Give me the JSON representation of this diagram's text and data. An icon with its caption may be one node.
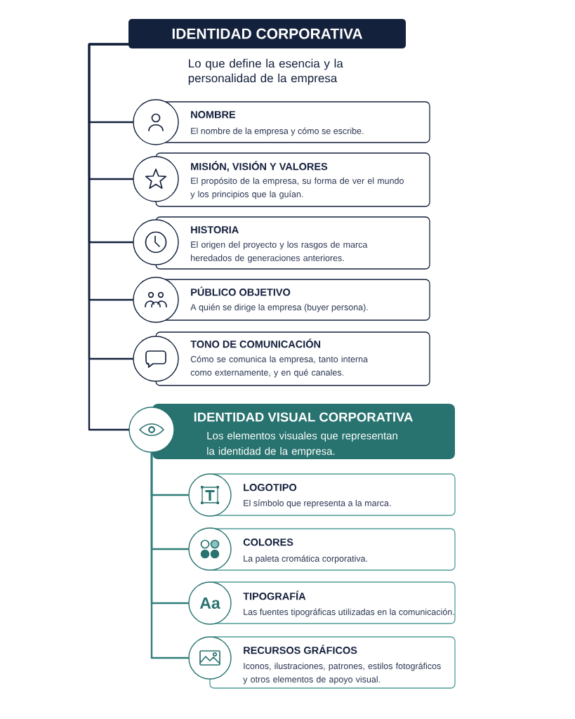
{
  "diagram": {
    "nodes": [
      {
        "text": [
          "IDENTIDAD CORPORATIVA"
        ],
        "beside": [
          "Lo que define la esencia y la personalidad de la empresa"
        ]
      },
      {
        "text": [
          "NOMBRE",
          "El nombre de la empresa y cómo se escribe."
        ]
      },
      {
        "text": [
          "MISIÓN, VISIÓN Y VALORES",
          "El propósito de la empresa, su forma de ver el mundo y los principios que la guían."
        ]
      },
      {
        "text": [
          "HISTORIA",
          "El origen del proyecto y los rasgos de marca heredados de generaciones anteriores."
        ]
      },
      {
        "text": [
          "PÚBLICO OBJETIVO",
          "A quién se dirige la empresa (buyer persona)."
        ]
      },
      {
        "text": [
          "TONO DE COMUNICACIÓN",
          "Cómo se comunica la empresa, tanto interna como externamente, y en qué canales."
        ]
      },
      {
        "text": [
          "IDENTIDAD VISUAL CORPORATIVA",
          "Los elementos visuales que representan la identidad de la empresa."
        ]
      },
      {
        "text": [
          "LOGOTIPO",
          "El símbolo que representa a la marca."
        ]
      },
      {
        "text": [
          "COLORES",
          "La paleta cromática corporativa."
        ]
      },
      {
        "text": [
          "Aa",
          "TIPOGRAFÍA",
          "Las fuentes tipográficas utilizadas en la comunicación."
        ]
      },
      {
        "text": [
          "RECURSOS GRÁFICOS",
          "Iconos, ilustraciones, patrones, estilos fotográficos y otros elementos de apoyo visual."
        ]
      }
    ],
    "edges": [
      {
        "from": 0,
        "to": 1,
        "arrow": "none"
      },
      {
        "from": 0,
        "to": 2,
        "arrow": "none"
      },
      {
        "from": 0,
        "to": 3,
        "arrow": "none"
      },
      {
        "from": 0,
        "to": 4,
        "arrow": "none"
      },
      {
        "from": 0,
        "to": 5,
        "arrow": "none"
      },
      {
        "from": 0,
        "to": 6,
        "arrow": "none"
      },
      {
        "from": 6,
        "to": 7,
        "arrow": "none",
        "color": "#2e7d79"
      },
      {
        "from": 6,
        "to": 8,
        "arrow": "none",
        "color": "#2e7d79"
      },
      {
        "from": 6,
        "to": 9,
        "arrow": "none",
        "color": "#2e7d79"
      },
      {
        "from": 6,
        "to": 10,
        "arrow": "none",
        "color": "#2e7d79"
      }
    ]
  }
}
